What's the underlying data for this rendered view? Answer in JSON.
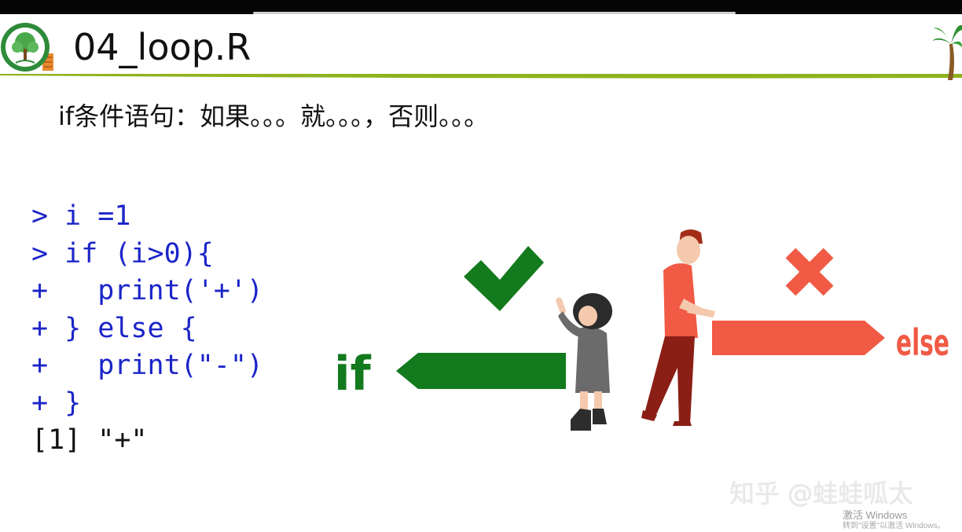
{
  "slide": {
    "title": "04_loop.R",
    "subtitle": "if条件语句：如果。。。就。。。，否则。。。"
  },
  "code": {
    "lines": [
      "> i =1",
      "> if (i>0){",
      "+   print('+')",
      "+ } else {",
      "+   print(\"-\")",
      "+ }"
    ],
    "output": "[1] \"+\""
  },
  "illustration": {
    "if_label": "if",
    "else_label": "else",
    "if_color": "#137a1d",
    "else_color": "#f15a45"
  },
  "watermark": {
    "text": "知乎 @蛙蛙呱太"
  },
  "system": {
    "activate_title": "激活 Windows",
    "activate_sub": "转到\"设置\"以激活 Windows。"
  }
}
